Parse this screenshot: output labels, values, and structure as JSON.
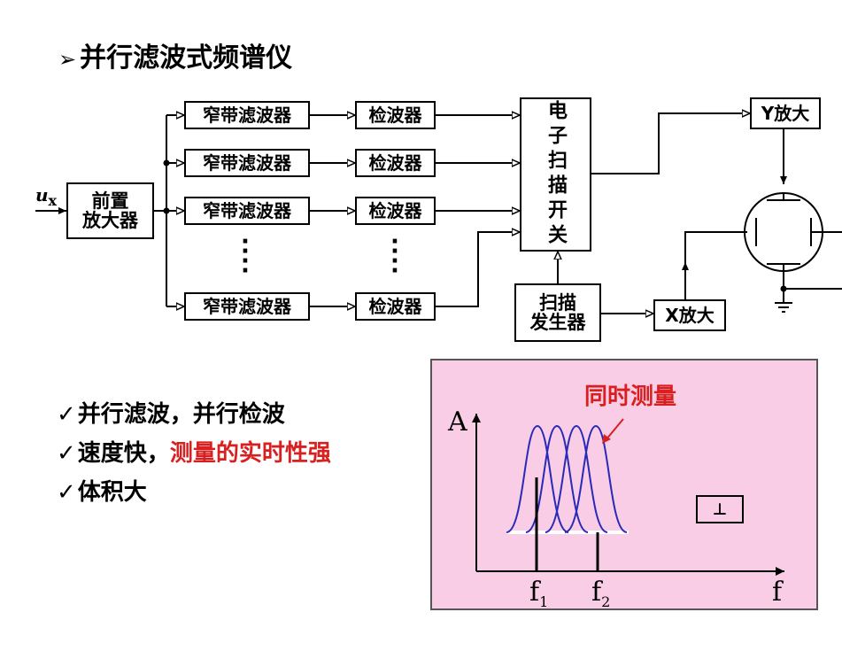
{
  "title": {
    "arrow": "➢",
    "text": "并行滤波式频谱仪"
  },
  "diagram": {
    "input_label": "u",
    "input_sub": "x",
    "preamp": {
      "line1": "前置",
      "line2": "放大器"
    },
    "filter_label": "窄带滤波器",
    "detector_label": "检波器",
    "switch_label": "电子扫描开关",
    "sweep_gen": {
      "line1": "扫描",
      "line2": "发生器"
    },
    "y_amp": "Y放大",
    "x_amp": "X放大",
    "dots": "⋮"
  },
  "bullets": [
    {
      "check": "✓",
      "text": "并行滤波，并行检波",
      "red": ""
    },
    {
      "check": "✓",
      "text": "速度快，",
      "red": "测量的实时性强"
    },
    {
      "check": "✓",
      "text": "体积大",
      "red": ""
    }
  ],
  "spectrum": {
    "y_axis_label": "A",
    "x_axis_label": "f",
    "note": "同时测量",
    "f1_label": "f",
    "f1_sub": "1",
    "f2_label": "f",
    "f2_sub": "2",
    "icon_label": "⊥"
  },
  "colors": {
    "accent_red": "#d82020",
    "panel_pink": "#f9cde5",
    "curve_blue": "#2a2ab8"
  }
}
